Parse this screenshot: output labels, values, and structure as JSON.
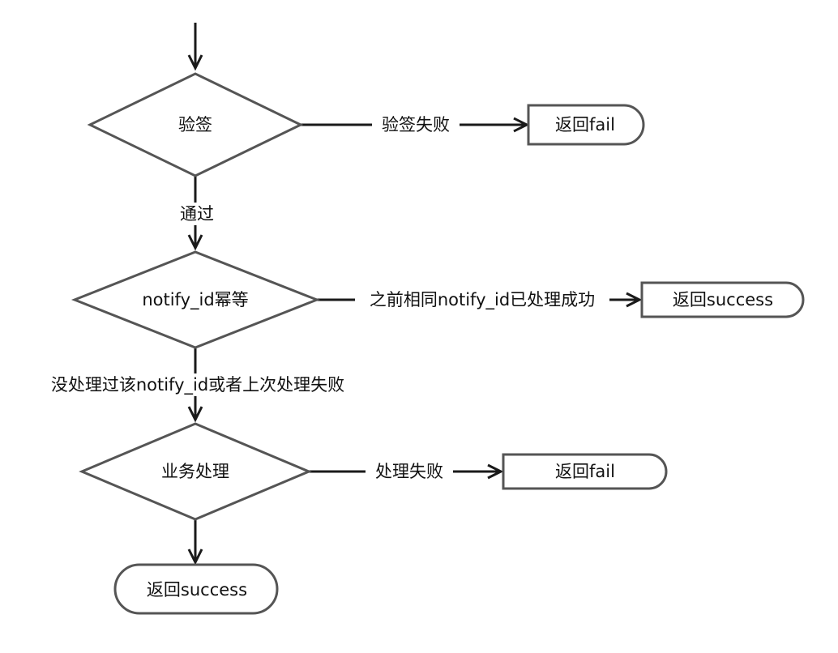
{
  "nodes": {
    "verify": "验签",
    "return_fail_1": "返回fail",
    "idempotent": "notify_id幂等",
    "return_success_1": "返回success",
    "business": "业务处理",
    "return_fail_2": "返回fail",
    "return_success_2": "返回success"
  },
  "edges": {
    "verify_failed": "验签失败",
    "passed": "通过",
    "already_processed": "之前相同notify_id已处理成功",
    "not_processed": "没处理过该notify_id或者上次处理失败",
    "process_failed": "处理失败"
  },
  "colors": {
    "shape_stroke": "#555555",
    "line": "#1a1a1a",
    "text": "#111111"
  }
}
